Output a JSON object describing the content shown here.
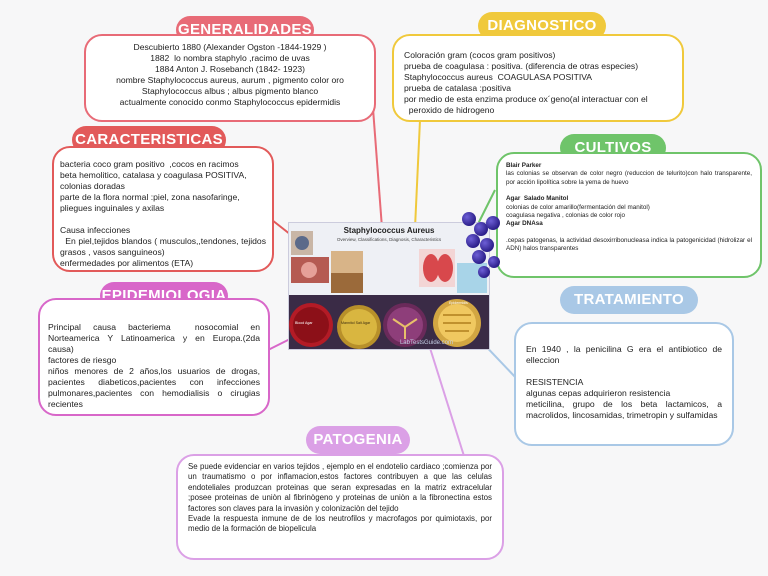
{
  "nodes": {
    "generalidades": {
      "title": "GENERALIDADES",
      "lines": [
        "Descubierto 1880 (Alexander Ogston -1844-1929 )",
        "1882  lo nombra staphylo ,racimo de uvas",
        "1884 Anton J. Rosebanch (1842- 1923)",
        "nombre Staphylococcus aureus, aurum , pigmento color oro",
        "Staphylococcus albus ; albus pigmento blanco",
        "actualmente conocido conmo Staphylococcus epidermidis"
      ],
      "color": "#e86b77"
    },
    "diagnostico": {
      "title": "DIAGNOSTICO",
      "lines": [
        "Coloración gram (cocos gram positivos)",
        "prueba de coagulasa : positiva. (diferencia de otras especies)",
        "Staphylococcus aureus  COAGULASA POSITIVA",
        "prueba de catalasa :positiva",
        "por medio de esta enzima produce ox´geno(al interactuar con el",
        "  peroxido de hidrogeno"
      ],
      "color": "#f0c93c"
    },
    "caracteristicas": {
      "title": "CARACTERISTICAS",
      "lines": [
        "bacteria coco gram positivo  ,cocos en racimos",
        "beta hemolitico, catalasa y coagulasa POSITIVA,",
        "colonias doradas",
        "parte de la flora normal :piel, zona nasofaringe, pliegues inguinales y axilas",
        "",
        "Causa infecciones",
        "  En piel,tejidos blandos ( musculos,,tendones, tejidos grasos , vasos sanguineos)",
        "enfermedades por alimentos (ETA)"
      ],
      "color": "#e25a5a"
    },
    "cultivos": {
      "title": "CULTIVOS",
      "lines": [
        "Blair Parker",
        "las colonias se observan de color negro (reduccion de telurito)con halo transparente, por acción lipolítica sobre la yema de huevo",
        "",
        "Agar  Salado Manitol",
        "colonias de color amarillo(fermentación del manitol)",
        "coagulasa negativa , colonias de color rojo",
        "Agar DNAsa",
        "",
        ".cepas patogenas, la actividad desoxirribonucleasa indica la patogenicidad (hidrolizar el ADN) halos transparentes"
      ],
      "color": "#6fc46a"
    },
    "epidemiologia": {
      "title": "EPIDEMIOLOGIA",
      "lines": [
        "Principal causa bacteriema  nosocomial en Norteamerica Y Latinoamerica y en Europa.(2da causa)",
        "factores de riesgo",
        "niños menores de 2 años,los usuarios de drogas, pacientes diabeticos,pacientes con infecciones pulmonares,pacientes con hemodialisis o cirugias recientes"
      ],
      "color": "#d867c9"
    },
    "tratamiento": {
      "title": "TRATAMIENTO",
      "lines": [
        "En 1940 , la penicilina G era el antibiotico de elleccion",
        "",
        "RESISTENCIA",
        "algunas cepas adquirieron resistencia",
        "meticilina, grupo de los beta lactamicos, a macrolidos, lincosamidas, trimetropin y sulfamidas"
      ],
      "color": "#a9c8e6"
    },
    "patogenia": {
      "title": "PATOGENIA",
      "lines": [
        "Se puede evidenciar en varios tejidos , ejemplo en el endotelio cardiaco ;comienza por un traumatismo o por inflamacion,estos factores contribuyen a que las celulas endoteliales produzcan proteinas que seran expresadas en la matriz extracelular ;posee proteinas de uniòn al fibrinògeno y proteinas de uniòn a la fibronectina estos factores son claves para la invasiòn y colonizaciòn del tejido",
        "Evade la respuesta inmune de de los neutrofilos y macrofagos por quimiotaxis, por medio de la formación de biopelicula"
      ],
      "color": "#dba0e6"
    }
  },
  "central": {
    "title": "Staphylococcus Aureus",
    "subtitle": "Overview, Classifications, Diagnosis, Characteristics",
    "plate_labels": [
      "Blood Agar",
      "Mannitol Salt Agar",
      "Epidermidis"
    ],
    "watermark": "LabTestsGuide.com"
  },
  "colors": {
    "background": "#f7f7f8",
    "generalidades": "#e86b77",
    "diagnostico": "#f0c93c",
    "caracteristicas": "#e25a5a",
    "cultivos": "#6fc46a",
    "epidemiologia": "#d867c9",
    "tratamiento": "#a9c8e6",
    "patogenia": "#dba0e6"
  }
}
